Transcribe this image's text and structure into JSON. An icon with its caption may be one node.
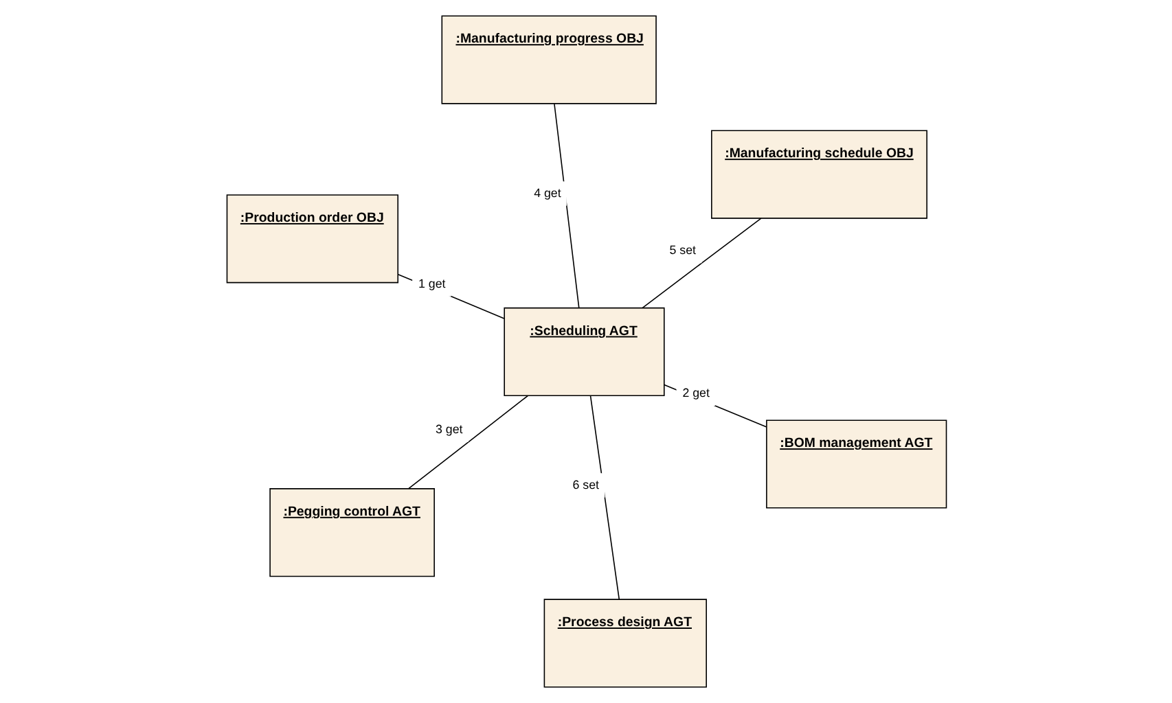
{
  "diagram": {
    "nodes": [
      {
        "text": [
          ":Production order OBJ"
        ]
      },
      {
        "text": [
          ":BOM management AGT"
        ]
      },
      {
        "text": [
          ":Process design AGT"
        ]
      },
      {
        "text": [
          ":Scheduling AGT"
        ]
      },
      {
        "text": [
          ":Manufacturing schedule OBJ"
        ]
      },
      {
        "text": [
          ":Manufacturing progress OBJ"
        ]
      },
      {
        "text": [
          ":Pegging control AGT"
        ]
      }
    ],
    "edges": [
      {
        "from": 0,
        "to": 3,
        "arrow": "none",
        "label": "1 get"
      },
      {
        "from": 1,
        "to": 3,
        "arrow": "none",
        "label": "2 get"
      },
      {
        "from": 6,
        "to": 3,
        "arrow": "none",
        "label": "3 get"
      },
      {
        "from": 5,
        "to": 3,
        "arrow": "none",
        "label": "4 get"
      },
      {
        "from": 3,
        "to": 4,
        "arrow": "none",
        "label": "5 set"
      },
      {
        "from": 3,
        "to": 2,
        "arrow": "none",
        "label": "6 set"
      }
    ]
  }
}
